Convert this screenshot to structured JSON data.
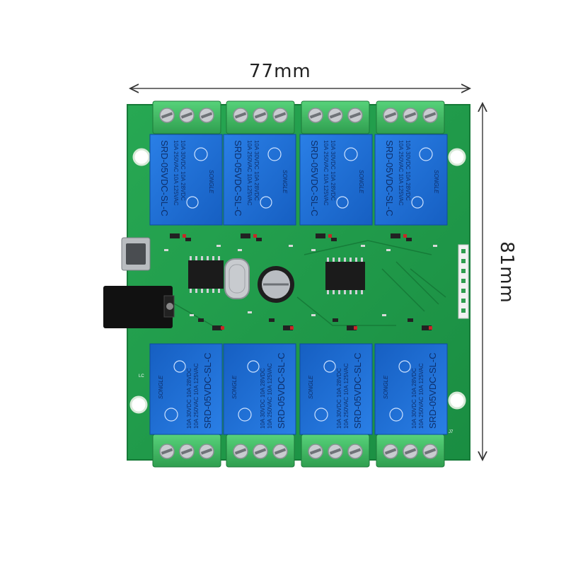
{
  "dimensions": {
    "width_label": "77mm",
    "height_label": "81mm"
  },
  "relay": {
    "model": "SRD-05VDC-SL-C",
    "brand": "SONGLE",
    "rating_line1": "10A 250VAC  10A 125VAC",
    "rating_line2": "10A 30VDC  10A 28VDC",
    "channels": 8
  },
  "board": {
    "silkscreen_lc": "LC",
    "silkscreen_j7": "J7"
  },
  "colors": {
    "pcb": "#1f9e4a",
    "relay": "#1a6fd6",
    "terminal": "#3fbf5f"
  }
}
